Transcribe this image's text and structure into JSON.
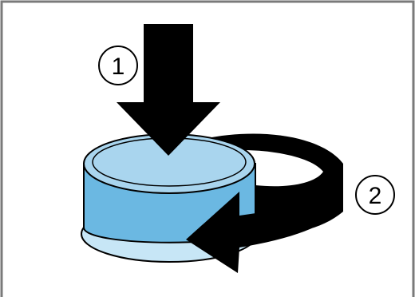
{
  "diagram": {
    "steps": [
      {
        "number": "1",
        "action": "press-down"
      },
      {
        "number": "2",
        "action": "rotate"
      }
    ],
    "colors": {
      "frame": "#7a7a7a",
      "arrow": "#000000",
      "cap_top": "#a9d5ee",
      "cap_side": "#6bb8e2",
      "cap_rim": "#c7e6f6",
      "outline": "#000000"
    }
  }
}
